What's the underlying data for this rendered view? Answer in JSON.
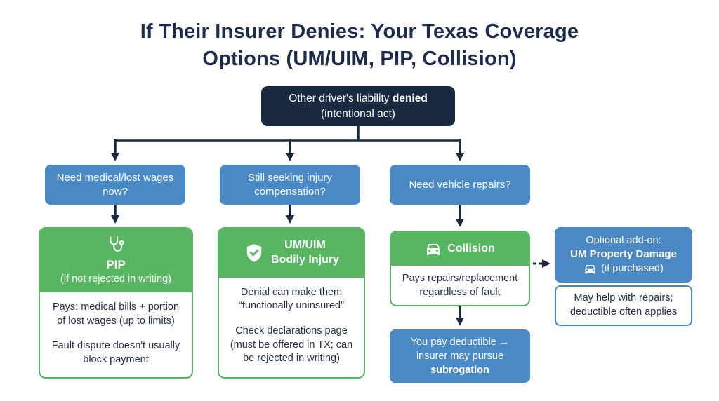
{
  "title": {
    "line1": "If Their Insurer Denies: Your Texas Coverage",
    "line2": "Options (UM/UIM, PIP, Collision)"
  },
  "root_node": {
    "line1_prefix": "Other driver's liability ",
    "line1_bold": "denied",
    "line2": "(intentional act)"
  },
  "questions": [
    {
      "label": "Need medical/lost wages now?"
    },
    {
      "label": "Still seeking injury compensation?"
    },
    {
      "label": "Need vehicle repairs?"
    }
  ],
  "cards": {
    "pip": {
      "icon": "stethoscope-icon",
      "title": "PIP",
      "subtitle": "(if not rejected in writing)",
      "body": [
        "Pays: medical bills + portion of lost wages (up to limits)",
        "Fault dispute doesn't usually block payment"
      ]
    },
    "umuim": {
      "icon": "shield-check-icon",
      "title_line1": "UM/UIM",
      "title_line2": "Bodily Injury",
      "body": [
        "Denial can make them “functionally uninsured”",
        "Check declarations page (must be offered in TX; can be rejected in writing)"
      ]
    },
    "collision": {
      "icon": "car-icon",
      "title": "Collision",
      "body": "Pays repairs/replacement regardless of fault"
    }
  },
  "subrogation_node": {
    "prefix": "You pay deductible → insurer may pursue ",
    "bold": "subrogation"
  },
  "addon": {
    "icon": "car-icon",
    "line1": "Optional add-on:",
    "line2_bold": "UM Property Damage",
    "line3": "(if purchased)",
    "note": "May help with repairs; deductible often applies"
  },
  "colors": {
    "navy": "#182940",
    "title_navy": "#1d2b4f",
    "blue": "#4a89c6",
    "green": "#58b562",
    "body_text": "#233049"
  }
}
